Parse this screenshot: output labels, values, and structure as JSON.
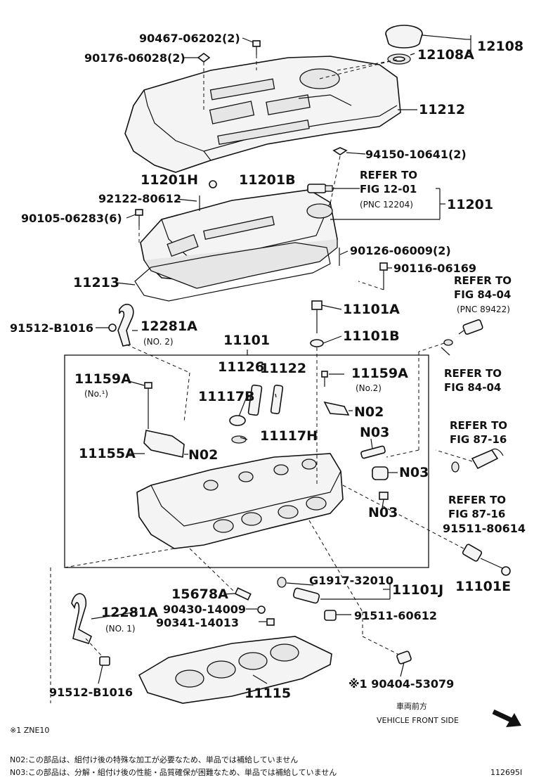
{
  "labels": {
    "p90467": "90467-06202(2)",
    "p90176": "90176-06028(2)",
    "p12108": "12108",
    "p12108A": "12108A",
    "p11212": "11212",
    "p94150": "94150-10641(2)",
    "p11201H": "11201H",
    "p11201B": "11201B",
    "ref_12_01_a": "REFER TO",
    "ref_12_01_b": "FIG 12-01",
    "ref_12_01_c": "(PNC 12204)",
    "p11201": "11201",
    "p92122": "92122-80612",
    "p90105": "90105-06283(6)",
    "p90126": "90126-06009(2)",
    "p90116": "90116-06169",
    "p11213": "11213",
    "ref_84_04_a": "REFER TO",
    "ref_84_04_b": "FIG 84-04",
    "ref_84_04_c": "(PNC 89422)",
    "p11101A": "11101A",
    "p91512_top": "91512-B1016",
    "p12281A_top": "12281A",
    "no2_top": "(NO. 2)",
    "p11101B": "11101B",
    "p11101": "11101",
    "ref_84_04_d": "REFER TO",
    "ref_84_04_e": "FIG 84-04",
    "p11126": "11126",
    "p11122": "11122",
    "p11159A_l": "11159A",
    "no1_l": "(No.¹)",
    "p11159A_r": "11159A",
    "no2_r": "(No.2)",
    "p11117B": "11117B",
    "n02_r": "N02",
    "p11117H": "11117H",
    "n03_a": "N03",
    "ref_87_16_a": "REFER TO",
    "ref_87_16_b": "FIG 87-16",
    "p11155A": "11155A",
    "n02_l": "N02",
    "n03_b": "N03",
    "n03_c": "N03",
    "ref_87_16_c": "REFER TO",
    "ref_87_16_d": "FIG 87-16",
    "p91511_80614": "91511-80614",
    "p11101E": "11101E",
    "pG1917": "G1917-32010",
    "p11101J": "11101J",
    "p15678A": "15678A",
    "p90430": "90430-14009",
    "p90341": "90341-14013",
    "p12281A_bot": "12281A",
    "no1_bot": "(NO. 1)",
    "p91511_60612": "91511-60612",
    "p91512_bot": "91512-B1016",
    "p11115": "11115",
    "p90404": "※1 90404-53079",
    "vehicle_front_jp": "車両前方",
    "vehicle_front_en": "VEHICLE FRONT SIDE",
    "note_zne10": "※1 ZNE10",
    "note_n02": "N02:この部品は、組付け後の特殊な加工が必要なため、単品では補給していません",
    "note_n03": "N03:この部品は、分解・組付け後の性能・品質確保が困難なため、単品では補給していません",
    "figure_id": "112695I"
  },
  "colors": {
    "ink": "#111111",
    "paper": "#ffffff",
    "part_fill": "#f4f4f4"
  },
  "icons": {
    "front_arrow": "arrow-down-right-icon"
  }
}
